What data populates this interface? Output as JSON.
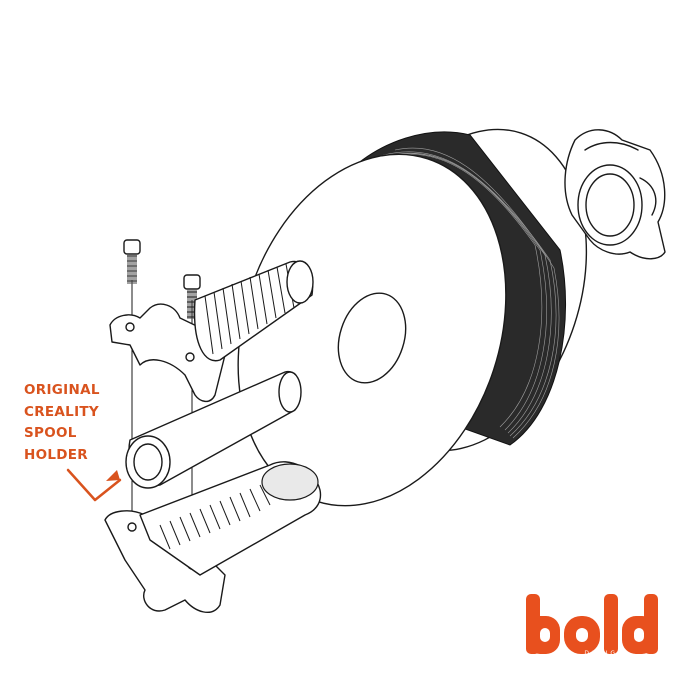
{
  "callout": {
    "lines": [
      "ORIGINAL",
      "CREALITY",
      "SPOOL",
      "HOLDER"
    ],
    "color": "#d9531e"
  },
  "logo": {
    "text": "bold",
    "subtext": "DESIGN",
    "color": "#e8501e"
  },
  "icons": [
    "arrow-icon",
    "bold-logo-icon"
  ]
}
